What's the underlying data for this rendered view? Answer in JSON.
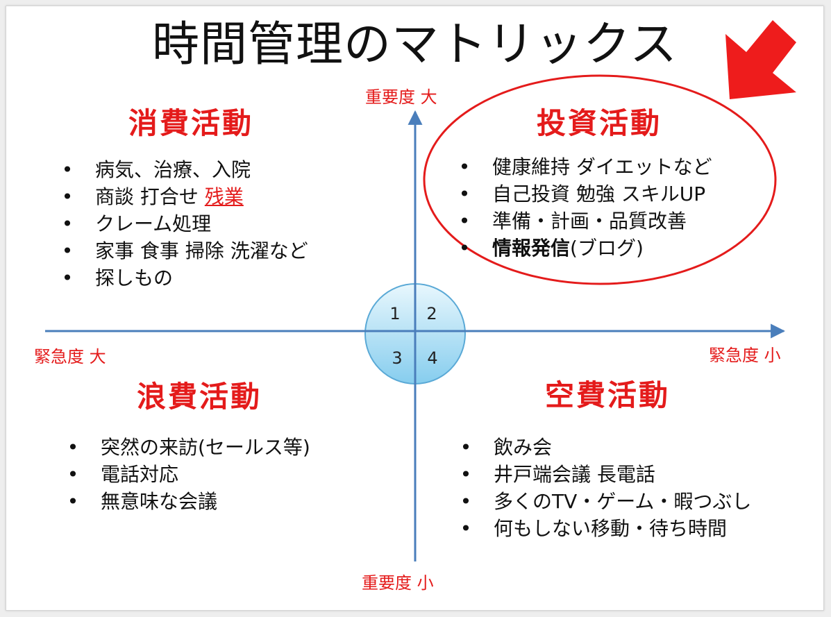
{
  "title": "時間管理のマトリックス",
  "axes": {
    "top": "重要度 大",
    "bottom": "重要度 小",
    "left": "緊急度 大",
    "right": "緊急度 小"
  },
  "center_numbers": [
    "1",
    "2",
    "3",
    "4"
  ],
  "quadrants": {
    "top_left": {
      "title": "消費活動",
      "items": [
        {
          "text": "病気、治療、入院"
        },
        {
          "text": "商談 打合せ ",
          "emph": "残業"
        },
        {
          "text": "クレーム処理"
        },
        {
          "text": "家事 食事 掃除 洗濯など"
        },
        {
          "text": "探しもの"
        }
      ]
    },
    "top_right": {
      "title": "投資活動",
      "items": [
        {
          "text": "健康維持 ダイエットなど"
        },
        {
          "text": "自己投資 勉強 スキルUP"
        },
        {
          "text": "準備・計画・品質改善"
        },
        {
          "text": "情報発信",
          "suffix": "(ブログ)"
        }
      ]
    },
    "bottom_left": {
      "title": "浪費活動",
      "items": [
        {
          "text": "突然の来訪(セールス等)"
        },
        {
          "text": "電話対応"
        },
        {
          "text": "無意味な会議"
        }
      ]
    },
    "bottom_right": {
      "title": "空費活動",
      "items": [
        {
          "text": "飲み会"
        },
        {
          "text": "井戸端会議 長電話"
        },
        {
          "text": "多くのTV・ゲーム・暇つぶし"
        },
        {
          "text": "何もしない移動・待ち時間"
        }
      ]
    }
  },
  "bullet": "•",
  "colors": {
    "accent_red": "#e41b1b",
    "axis_blue": "#4a7ebb",
    "circle_fill_light": "#e6f5fb",
    "circle_fill_dark": "#8fd0ee",
    "text": "#111111"
  }
}
